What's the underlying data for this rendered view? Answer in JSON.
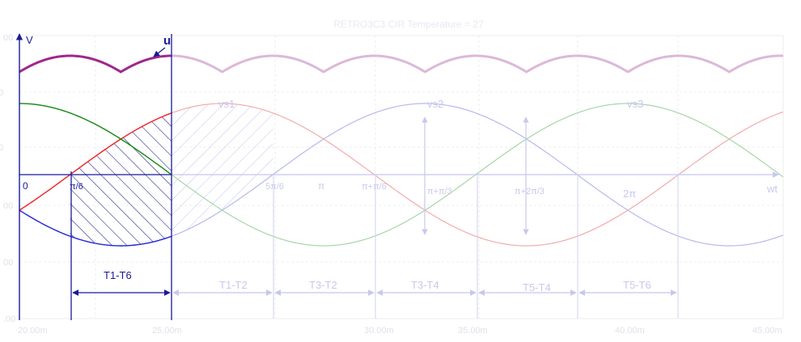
{
  "title": "RETRO3C3.CIR Temperature = 27",
  "axes": {
    "y_axis_letter": "V",
    "x_axis_letter": "wt",
    "y_tick_labels": [
      "00",
      "0",
      "0",
      "00",
      "00",
      ".00"
    ],
    "x_tick_labels": [
      "20.00m",
      "25.00m",
      "30.00m",
      "35.00m",
      "40.00m",
      "45.00m"
    ]
  },
  "curve_labels": {
    "u": "u",
    "vs1": "vs1",
    "vs2": "vs2",
    "vs3": "vs3"
  },
  "angle_labels": {
    "zero": "0",
    "pi_6": "π/6",
    "five_pi_6": "5π/6",
    "pi": "π",
    "pi_plus_pi_6": "π+π/6",
    "pi_plus_pi_3": "π+π/3",
    "pi_plus_2pi_3": "π+2π/3",
    "two_pi": "2π"
  },
  "conduction_intervals": [
    {
      "label": "T1-T6",
      "emphasized": true
    },
    {
      "label": "T1-T2",
      "emphasized": false
    },
    {
      "label": "T3-T2",
      "emphasized": false
    },
    {
      "label": "T3-T4",
      "emphasized": false
    },
    {
      "label": "T5-T4",
      "emphasized": false
    },
    {
      "label": "T5-T6",
      "emphasized": false
    }
  ],
  "colors": {
    "vs1": "#ee2020",
    "vs2": "#2222dd",
    "vs3": "#118811",
    "envelope": "#a0288c",
    "axis_dark": "#1a1a99",
    "axis_faded": "#c8c8ee",
    "hatch": "#1a1a88",
    "title": "#e8e8f2"
  }
}
